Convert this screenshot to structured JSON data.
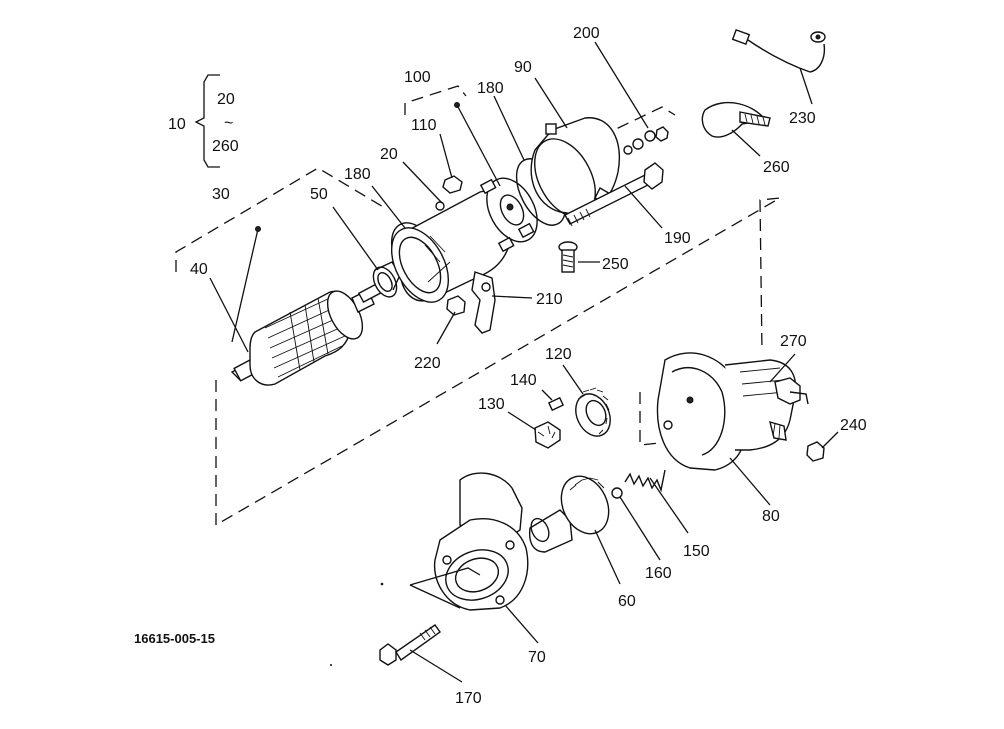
{
  "diagram": {
    "code": "16615-005-15",
    "group_labels": {
      "range_top": "20",
      "range_sep": "~",
      "range_bottom": "260",
      "group": "10"
    },
    "callouts": {
      "c20": "20",
      "c30": "30",
      "c40": "40",
      "c50": "50",
      "c60": "60",
      "c70": "70",
      "c80": "80",
      "c90": "90",
      "c100": "100",
      "c110": "110",
      "c120": "120",
      "c130": "130",
      "c140": "140",
      "c150": "150",
      "c160": "160",
      "c170": "170",
      "c180a": "180",
      "c180b": "180",
      "c190": "190",
      "c200": "200",
      "c210": "210",
      "c220": "220",
      "c230": "230",
      "c240": "240",
      "c250": "250",
      "c260": "260",
      "c270": "270"
    }
  }
}
